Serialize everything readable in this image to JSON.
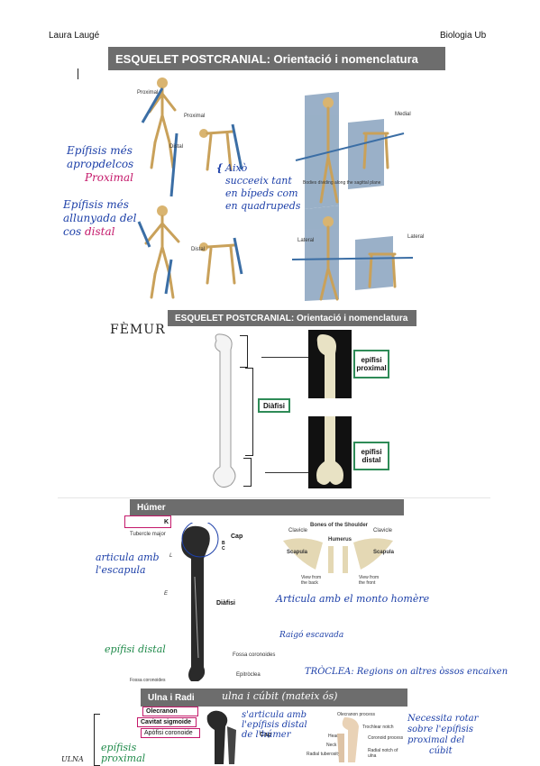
{
  "header": {
    "author": "Laura Laugé",
    "subject": "Biologia Ub"
  },
  "slide1": {
    "title": "ESQUELET POSTCRANIAL: Orientació i nomenclatura",
    "labels": {
      "proximal_a": "Proximal",
      "proximal_b": "Proximal",
      "distal_a": "Distal",
      "distal_b": "Distal",
      "medial": "Medial",
      "lateral_a": "Lateral",
      "lateral_b": "Lateral",
      "sagittal": "Bodies dividing along the sagittal plane"
    }
  },
  "notes1": {
    "epifisi_prox_1": "Epífisis més",
    "epifisi_prox_2": "apropdelcos",
    "epifisi_prox_3": "Proximal",
    "epifisi_dist_1": "Epífisis més",
    "epifisi_dist_2": "allunyada del",
    "epifisi_dist_3a": "cos",
    "epifisi_dist_3b": "distal",
    "aixo_1": "Això",
    "aixo_2": "succeeix tant",
    "aixo_3": "en bípeds com",
    "aixo_4": "en quadrupeds"
  },
  "slide2": {
    "title": "ESQUELET POSTCRANIAL: Orientació i nomenclatura",
    "femur_note": "FÈMUR",
    "diafisi": "Diàfisi",
    "epifisi_proximal": "epífisi proximal",
    "epifisi_distal": "epífisi distal"
  },
  "slide3": {
    "title": "Húmer",
    "tubercle": "Tubercle major",
    "cap": "Cap",
    "diafisi": "Diàfisi",
    "fossa": "Fossa coronoides",
    "epitroclea": "Epitròclea",
    "fossa_bottom": "Fossa coronoides",
    "shoulder_title": "Bones of the Shoulder",
    "clavicle_a": "Clavicle",
    "clavicle_b": "Clavicle",
    "humerus": "Humerus",
    "scapula_a": "Scapula",
    "scapula_b": "Scapula",
    "view_back": "View from the back",
    "view_front": "View from the front",
    "letter_k": "K",
    "letter_b": "B",
    "letter_c": "C",
    "letter_l": "L",
    "letter_e": "E"
  },
  "notes3": {
    "articula_1": "articula amb",
    "articula_2": "l'escapula",
    "articula_cap": "Articula amb el monto homère",
    "raig": "Raigó escavada",
    "epifisi_distal": "epífisi distal",
    "troclea": "TRÒCLEA: Regions on altres òssos encaixen"
  },
  "slide4": {
    "title": "Ulna i Radi",
    "subtitle_note": "ulna i cúbit (mateix ós)",
    "olecranon": "Olecranon",
    "cavitat": "Cavitat sigmoide",
    "apofisi": "Apòfisi coronoide",
    "cap": "Cap",
    "olecranon_process": "Olecranon process",
    "trochlear_notch": "Trochlear notch",
    "head": "Head",
    "coronoid": "Coronoid process",
    "neck": "Neck",
    "radial_tuberosity": "Radial tuberosity",
    "radial_notch": "Radial notch of ulna"
  },
  "notes4": {
    "sarticula_1": "s'articula amb",
    "sarticula_2": "l'epífisis distal",
    "sarticula_3": "de l'húmer",
    "necessita_1": "Necessita rotar",
    "necessita_2": "sobre l'epífisis",
    "necessita_3": "proximal del",
    "necessita_4": "cúbit",
    "epifisis_1": "epífisis",
    "epifisis_2": "proximal",
    "ulna_side": "ULNA"
  }
}
